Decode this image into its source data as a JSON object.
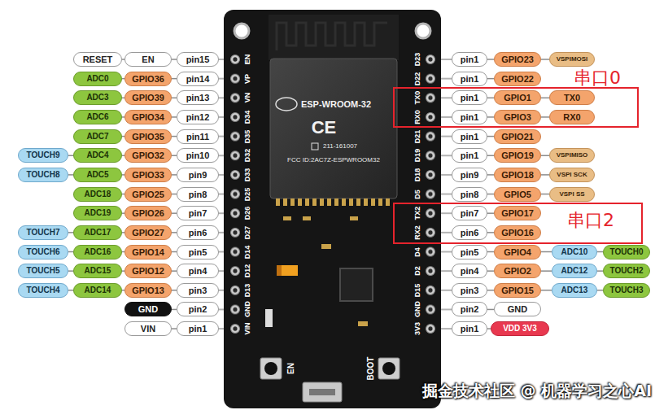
{
  "diagram": {
    "nodes": [
      {
        "text": [
          "RESET"
        ]
      },
      {
        "text": [
          "EN"
        ]
      },
      {
        "text": [
          "pin15"
        ]
      },
      {
        "text": [
          "ADC0"
        ]
      },
      {
        "text": [
          "GPIO36"
        ]
      },
      {
        "text": [
          "pin14"
        ]
      },
      {
        "text": [
          "ADC3"
        ]
      },
      {
        "text": [
          "GPIO39"
        ]
      },
      {
        "text": [
          "pin13"
        ]
      },
      {
        "text": [
          "ADC6"
        ]
      },
      {
        "text": [
          "GPIO34"
        ]
      },
      {
        "text": [
          "pin12"
        ]
      },
      {
        "text": [
          "ADC7"
        ]
      },
      {
        "text": [
          "GPIO35"
        ]
      },
      {
        "text": [
          "pin11"
        ]
      },
      {
        "text": [
          "TOUCH9"
        ]
      },
      {
        "text": [
          "ADC4"
        ]
      },
      {
        "text": [
          "GPIO32"
        ]
      },
      {
        "text": [
          "pin10"
        ]
      },
      {
        "text": [
          "TOUCH8"
        ]
      },
      {
        "text": [
          "ADC5"
        ]
      },
      {
        "text": [
          "GPIO33"
        ]
      },
      {
        "text": [
          "pin9"
        ]
      },
      {
        "text": [
          "ADC18"
        ]
      },
      {
        "text": [
          "GPIO25"
        ]
      },
      {
        "text": [
          "pin8"
        ]
      },
      {
        "text": [
          "ADC19"
        ]
      },
      {
        "text": [
          "GPIO26"
        ]
      },
      {
        "text": [
          "pin7"
        ]
      },
      {
        "text": [
          "TOUCH7"
        ]
      },
      {
        "text": [
          "ADC17"
        ]
      },
      {
        "text": [
          "GPIO27"
        ]
      },
      {
        "text": [
          "pin6"
        ]
      },
      {
        "text": [
          "TOUCH6"
        ]
      },
      {
        "text": [
          "ADC16"
        ]
      },
      {
        "text": [
          "GPIO14"
        ]
      },
      {
        "text": [
          "pin5"
        ]
      },
      {
        "text": [
          "TOUCH5"
        ]
      },
      {
        "text": [
          "ADC15"
        ]
      },
      {
        "text": [
          "GPIO12"
        ]
      },
      {
        "text": [
          "pin4"
        ]
      },
      {
        "text": [
          "TOUCH4"
        ]
      },
      {
        "text": [
          "ADC14"
        ]
      },
      {
        "text": [
          "GPIO13"
        ]
      },
      {
        "text": [
          "pin3"
        ]
      },
      {
        "text": [
          "GND"
        ]
      },
      {
        "text": [
          "pin2"
        ]
      },
      {
        "text": [
          "VIN"
        ]
      },
      {
        "text": [
          "pin1"
        ]
      },
      {
        "text": [
          "pin1"
        ]
      },
      {
        "text": [
          "GPIO23"
        ]
      },
      {
        "text": [
          "VSPIMOSI"
        ]
      },
      {
        "text": [
          "pin1"
        ]
      },
      {
        "text": [
          "GPIO22"
        ]
      },
      {
        "text": [
          "串口0"
        ]
      },
      {
        "text": [
          "pin1"
        ],
        "in": 54
      },
      {
        "text": [
          "GPIO1"
        ],
        "in": 54
      },
      {
        "text": [
          "TX0"
        ],
        "in": 54
      },
      {
        "text": [
          "pin1"
        ],
        "in": 54
      },
      {
        "text": [
          "GPIO3"
        ],
        "in": 54
      },
      {
        "text": [
          "RX0"
        ],
        "in": 54
      },
      {
        "text": [
          "pin1"
        ]
      },
      {
        "text": [
          "GPIO21"
        ]
      },
      {
        "text": [
          "pin1"
        ]
      },
      {
        "text": [
          "GPIO19"
        ]
      },
      {
        "text": [
          "VSPIMISO"
        ]
      },
      {
        "text": [
          "pin9"
        ]
      },
      {
        "text": [
          "GPIO18"
        ]
      },
      {
        "text": [
          "VSPI SCK"
        ]
      },
      {
        "text": [
          "pin8"
        ]
      },
      {
        "text": [
          "GPIO5"
        ]
      },
      {
        "text": [
          "VSPI SS"
        ]
      },
      {
        "text": [
          "串口2"
        ]
      },
      {
        "text": [
          "pin7"
        ],
        "in": 72
      },
      {
        "text": [
          "GPIO17"
        ],
        "in": 72
      },
      {
        "text": [
          "pin6"
        ],
        "in": 72
      },
      {
        "text": [
          "GPIO16"
        ],
        "in": 72
      },
      {
        "text": [
          "pin5"
        ]
      },
      {
        "text": [
          "GPIO4"
        ]
      },
      {
        "text": [
          "ADC10"
        ]
      },
      {
        "text": [
          "TOUCH0"
        ]
      },
      {
        "text": [
          "pin4"
        ]
      },
      {
        "text": [
          "GPIO2"
        ]
      },
      {
        "text": [
          "ADC12"
        ]
      },
      {
        "text": [
          "TOUCH2"
        ]
      },
      {
        "text": [
          "pin3"
        ]
      },
      {
        "text": [
          "GPIO15"
        ]
      },
      {
        "text": [
          "ADC13"
        ]
      },
      {
        "text": [
          "TOUCH3"
        ]
      },
      {
        "text": [
          "pin2"
        ]
      },
      {
        "text": [
          "GND"
        ]
      },
      {
        "text": [
          "pin1"
        ]
      },
      {
        "text": [
          "VDD 3V3"
        ]
      }
    ],
    "edges": [
      {
        "from": 0,
        "to": 1,
        "arrow": "none"
      },
      {
        "from": 1,
        "to": 2,
        "arrow": "none"
      },
      {
        "from": 3,
        "to": 4,
        "arrow": "none"
      },
      {
        "from": 4,
        "to": 5,
        "arrow": "none"
      },
      {
        "from": 6,
        "to": 7,
        "arrow": "none"
      },
      {
        "from": 7,
        "to": 8,
        "arrow": "none"
      },
      {
        "from": 9,
        "to": 10,
        "arrow": "none"
      },
      {
        "from": 10,
        "to": 11,
        "arrow": "none"
      },
      {
        "from": 12,
        "to": 13,
        "arrow": "none"
      },
      {
        "from": 13,
        "to": 14,
        "arrow": "none"
      },
      {
        "from": 15,
        "to": 16,
        "arrow": "none"
      },
      {
        "from": 16,
        "to": 17,
        "arrow": "none"
      },
      {
        "from": 17,
        "to": 18,
        "arrow": "none"
      },
      {
        "from": 19,
        "to": 20,
        "arrow": "none"
      },
      {
        "from": 20,
        "to": 21,
        "arrow": "none"
      },
      {
        "from": 21,
        "to": 22,
        "arrow": "none"
      },
      {
        "from": 23,
        "to": 24,
        "arrow": "none"
      },
      {
        "from": 24,
        "to": 25,
        "arrow": "none"
      },
      {
        "from": 26,
        "to": 27,
        "arrow": "none"
      },
      {
        "from": 27,
        "to": 28,
        "arrow": "none"
      },
      {
        "from": 29,
        "to": 30,
        "arrow": "none"
      },
      {
        "from": 30,
        "to": 31,
        "arrow": "none"
      },
      {
        "from": 31,
        "to": 32,
        "arrow": "none"
      },
      {
        "from": 33,
        "to": 34,
        "arrow": "none"
      },
      {
        "from": 34,
        "to": 35,
        "arrow": "none"
      },
      {
        "from": 35,
        "to": 36,
        "arrow": "none"
      },
      {
        "from": 37,
        "to": 38,
        "arrow": "none"
      },
      {
        "from": 38,
        "to": 39,
        "arrow": "none"
      },
      {
        "from": 39,
        "to": 40,
        "arrow": "none"
      },
      {
        "from": 41,
        "to": 42,
        "arrow": "none"
      },
      {
        "from": 42,
        "to": 43,
        "arrow": "none"
      },
      {
        "from": 43,
        "to": 44,
        "arrow": "none"
      },
      {
        "from": 45,
        "to": 46,
        "arrow": "none"
      },
      {
        "from": 47,
        "to": 48,
        "arrow": "none"
      },
      {
        "from": 49,
        "to": 50,
        "arrow": "none"
      },
      {
        "from": 50,
        "to": 51,
        "arrow": "none"
      },
      {
        "from": 52,
        "to": 53,
        "arrow": "none"
      },
      {
        "from": 55,
        "to": 56,
        "arrow": "none"
      },
      {
        "from": 56,
        "to": 57,
        "arrow": "none"
      },
      {
        "from": 58,
        "to": 59,
        "arrow": "none"
      },
      {
        "from": 59,
        "to": 60,
        "arrow": "none"
      },
      {
        "from": 61,
        "to": 62,
        "arrow": "none"
      },
      {
        "from": 63,
        "to": 64,
        "arrow": "none"
      },
      {
        "from": 64,
        "to": 65,
        "arrow": "none"
      },
      {
        "from": 66,
        "to": 67,
        "arrow": "none"
      },
      {
        "from": 67,
        "to": 68,
        "arrow": "none"
      },
      {
        "from": 69,
        "to": 70,
        "arrow": "none"
      },
      {
        "from": 70,
        "to": 71,
        "arrow": "none"
      },
      {
        "from": 73,
        "to": 74,
        "arrow": "none"
      },
      {
        "from": 75,
        "to": 76,
        "arrow": "none"
      },
      {
        "from": 77,
        "to": 78,
        "arrow": "none"
      },
      {
        "from": 78,
        "to": 79,
        "arrow": "none"
      },
      {
        "from": 79,
        "to": 80,
        "arrow": "none"
      },
      {
        "from": 81,
        "to": 82,
        "arrow": "none"
      },
      {
        "from": 82,
        "to": 83,
        "arrow": "none"
      },
      {
        "from": 83,
        "to": 84,
        "arrow": "none"
      },
      {
        "from": 85,
        "to": 86,
        "arrow": "none"
      },
      {
        "from": 86,
        "to": 87,
        "arrow": "none"
      },
      {
        "from": 87,
        "to": 88,
        "arrow": "none"
      },
      {
        "from": 89,
        "to": 90,
        "arrow": "none"
      },
      {
        "from": 91,
        "to": 92,
        "arrow": "none"
      }
    ],
    "labels": [
      "EN",
      "VP",
      "VN",
      "D34",
      "D35",
      "D32",
      "D33",
      "D25",
      "D26",
      "D27",
      "D14",
      "D12",
      "D13",
      "GND",
      "VIN",
      "D23",
      "D22",
      "TX0",
      "RX0",
      "D21",
      "D19",
      "D18",
      "D5",
      "TX2",
      "RX2",
      "D4",
      "D2",
      "D15",
      "GND",
      "3V3",
      "ESP-WROOM-32",
      "CE",
      "211-161007",
      "FCC ID:2AC7Z-ESPWROOM32",
      "EN",
      "BOOT",
      "掘金技术社区 @ 机器学习之心AI"
    ]
  }
}
